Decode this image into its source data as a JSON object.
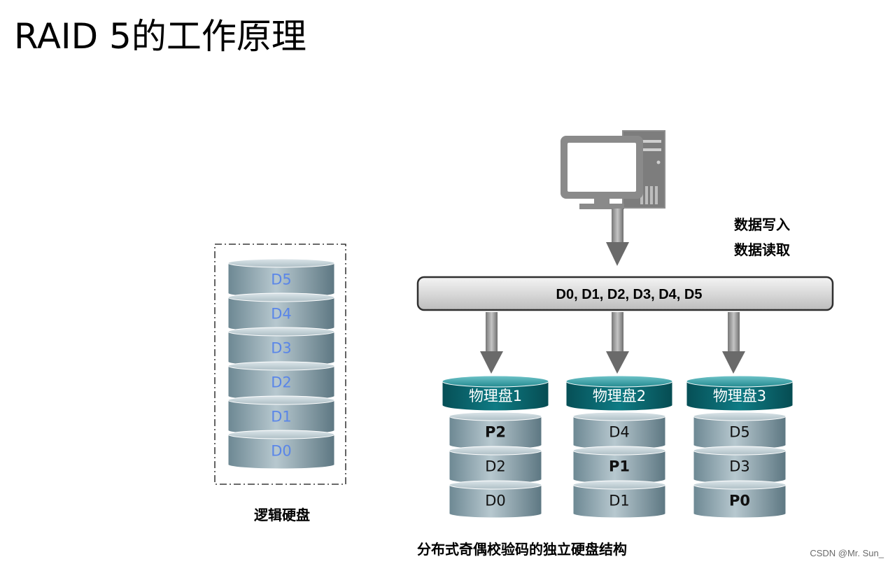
{
  "title": "RAID 5的工作原理",
  "logical_disk": {
    "layers": [
      "D5",
      "D4",
      "D3",
      "D2",
      "D1",
      "D0"
    ],
    "caption": "逻辑硬盘"
  },
  "io_labels": {
    "write": "数据写入",
    "read": "数据读取"
  },
  "bus_label": "D0, D1, D2, D3, D4, D5",
  "physical_disks": [
    {
      "name": "物理盘1",
      "layers": [
        "P2",
        "D2",
        "D0"
      ],
      "parity": "P2"
    },
    {
      "name": "物理盘2",
      "layers": [
        "D4",
        "P1",
        "D1"
      ],
      "parity": "P1"
    },
    {
      "name": "物理盘3",
      "layers": [
        "D5",
        "D3",
        "P0"
      ],
      "parity": "P0"
    }
  ],
  "bottom_caption": "分布式奇偶校验码的独立硬盘结构",
  "watermark": "CSDN @Mr. Sun_",
  "colors": {
    "disk_body": "#7e9aa5",
    "disk_top": "#c9d6dc",
    "header_teal": "#0b6870",
    "logical_text": "#5a86e8",
    "bus_fill": "#e0e0e0"
  }
}
